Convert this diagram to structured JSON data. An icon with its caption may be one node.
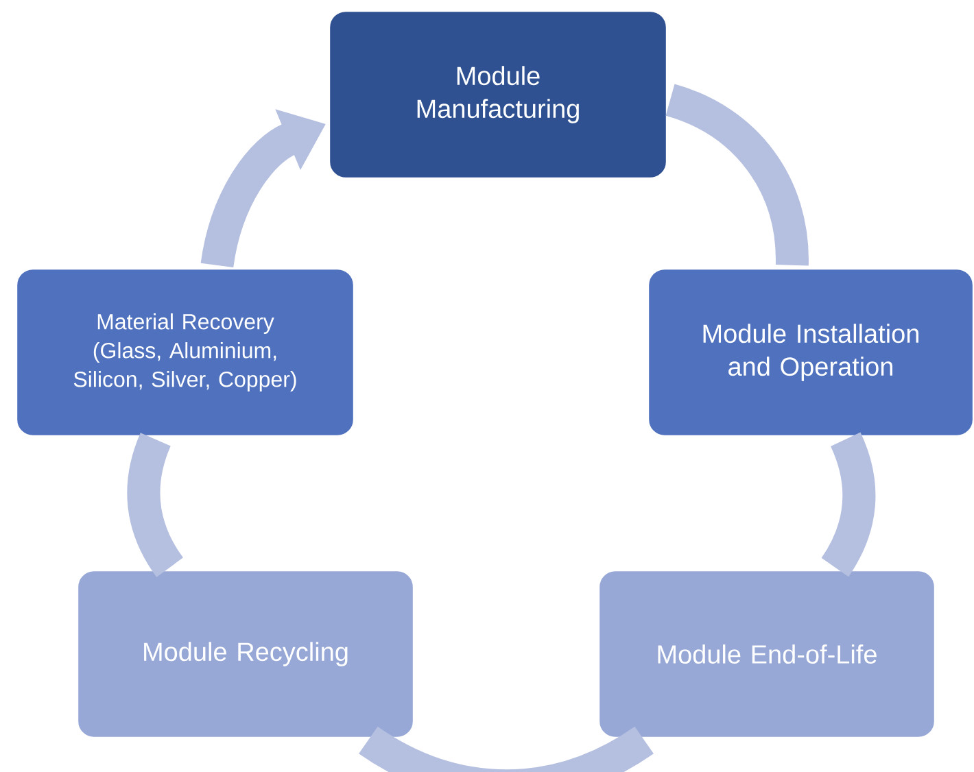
{
  "diagram": {
    "nodes": [
      {
        "text": [
          "Module Manufacturing"
        ]
      },
      {
        "text": [
          "Module Installation and Operation"
        ]
      },
      {
        "text": [
          "Module End-of-Life"
        ]
      },
      {
        "text": [
          "Module Recycling"
        ]
      },
      {
        "text": [
          "Material Recovery (Glass, Aluminium, Silicon, Silver, Copper)"
        ]
      }
    ],
    "edges": [
      {
        "from": 0,
        "to": 1,
        "arrow": "none"
      },
      {
        "from": 1,
        "to": 2,
        "arrow": "none"
      },
      {
        "from": 2,
        "to": 3,
        "arrow": "none"
      },
      {
        "from": 3,
        "to": 4,
        "arrow": "none"
      },
      {
        "from": 4,
        "to": 0,
        "arrow": "to"
      }
    ]
  }
}
